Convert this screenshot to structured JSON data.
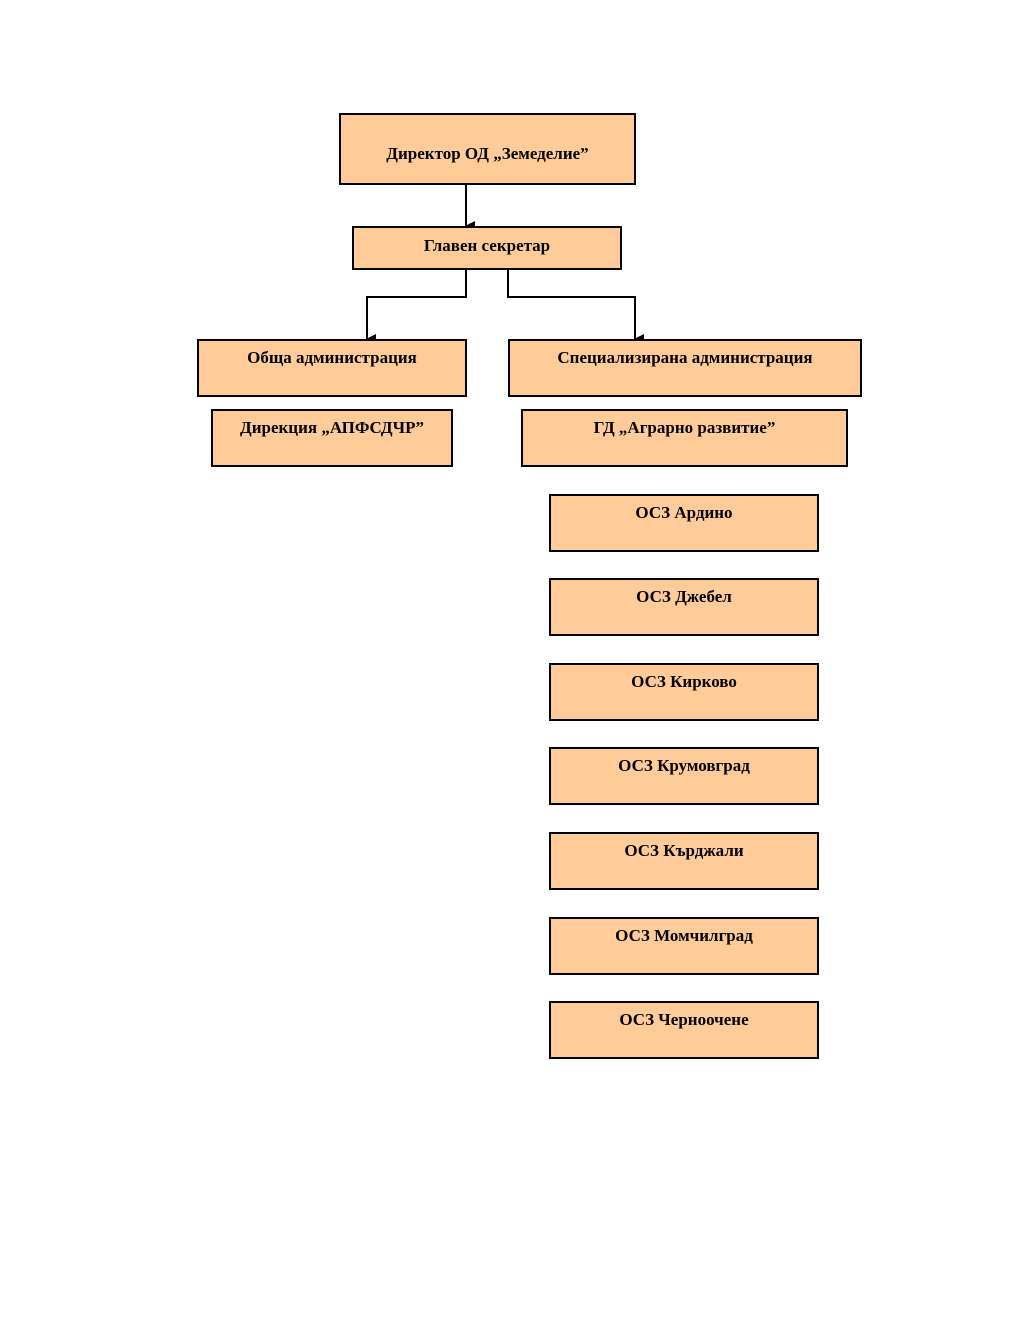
{
  "colors": {
    "box_fill": "#FFCC99",
    "border": "#000000",
    "text": "#000000"
  },
  "org_chart": {
    "director": "Директор ОД „Земеделие”",
    "chief_secretary": "Главен секретар",
    "general_administration": "Обща администрация",
    "general_units": [
      "Дирекция „АПФСДЧР”"
    ],
    "specialized_administration": "Специализирана администрация",
    "specialized_units": [
      "ГД „Аграрно развитие”"
    ],
    "municipal_offices": [
      "ОСЗ Ардино",
      "ОСЗ Джебел",
      "ОСЗ Кирково",
      "ОСЗ Крумовград",
      "ОСЗ Кърджали",
      "ОСЗ Момчилград",
      "ОСЗ Черноочене"
    ]
  }
}
